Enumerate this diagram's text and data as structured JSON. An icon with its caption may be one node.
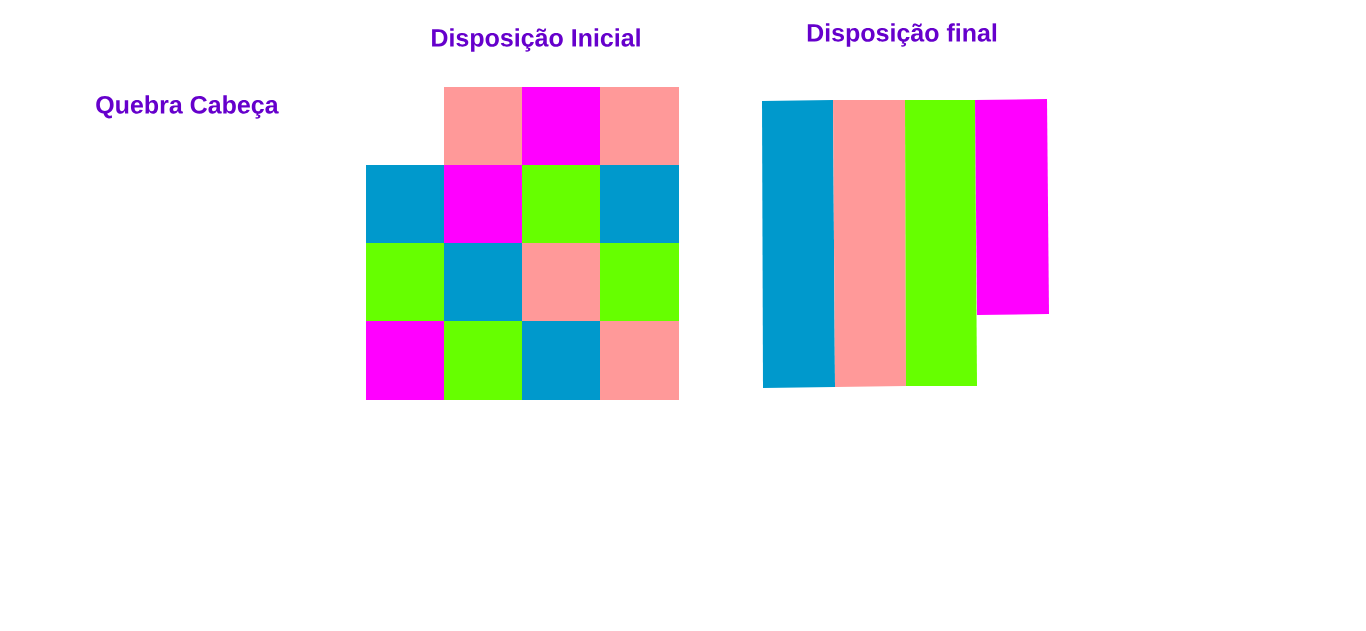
{
  "diagram": {
    "title": "Quebra Cabeça",
    "labels": [
      "Disposição Inicial",
      "Disposição final"
    ]
  }
}
